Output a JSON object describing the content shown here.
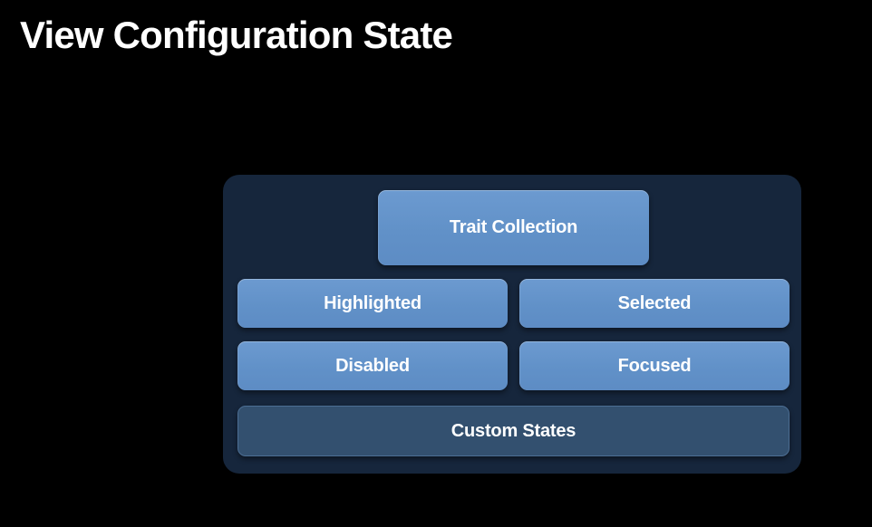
{
  "title": "View Configuration State",
  "colors": {
    "background": "#000000",
    "panel": "#16263C",
    "node_fill": "#6191C8",
    "custom_node_fill": "#33506F",
    "custom_node_border": "#4C6E93",
    "text": "#FFFFFF"
  },
  "diagram": {
    "nodes": [
      {
        "id": "trait-collection",
        "label": "Trait Collection"
      },
      {
        "id": "highlighted",
        "label": "Highlighted"
      },
      {
        "id": "selected",
        "label": "Selected"
      },
      {
        "id": "disabled",
        "label": "Disabled"
      },
      {
        "id": "focused",
        "label": "Focused"
      },
      {
        "id": "custom-states",
        "label": "Custom States"
      }
    ]
  }
}
